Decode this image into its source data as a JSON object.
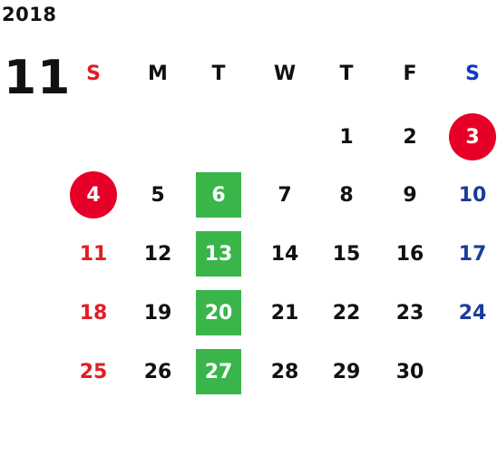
{
  "year": "2018",
  "month": "11",
  "weekdays": [
    "S",
    "M",
    "T",
    "W",
    "T",
    "F",
    "S"
  ],
  "colors": {
    "default": "#111111",
    "sunday": "#e21c24",
    "saturday": "#1a3d9a",
    "saturday_header": "#1237c8",
    "holiday_circle": "#e60028",
    "highlight_box": "#39b54a",
    "highlight_text": "#ffffff"
  },
  "weeks": [
    [
      null,
      null,
      null,
      null,
      {
        "day": "1"
      },
      {
        "day": "2"
      },
      {
        "day": "3",
        "mark": "holiday-circle"
      }
    ],
    [
      {
        "day": "4",
        "mark": "holiday-circle"
      },
      {
        "day": "5"
      },
      {
        "day": "6",
        "mark": "highlight-box"
      },
      {
        "day": "7"
      },
      {
        "day": "8"
      },
      {
        "day": "9"
      },
      {
        "day": "10"
      }
    ],
    [
      {
        "day": "11"
      },
      {
        "day": "12"
      },
      {
        "day": "13",
        "mark": "highlight-box"
      },
      {
        "day": "14"
      },
      {
        "day": "15"
      },
      {
        "day": "16"
      },
      {
        "day": "17"
      }
    ],
    [
      {
        "day": "18"
      },
      {
        "day": "19"
      },
      {
        "day": "20",
        "mark": "highlight-box"
      },
      {
        "day": "21"
      },
      {
        "day": "22"
      },
      {
        "day": "23"
      },
      {
        "day": "24"
      }
    ],
    [
      {
        "day": "25"
      },
      {
        "day": "26"
      },
      {
        "day": "27",
        "mark": "highlight-box"
      },
      {
        "day": "28"
      },
      {
        "day": "29"
      },
      {
        "day": "30"
      },
      null
    ]
  ]
}
